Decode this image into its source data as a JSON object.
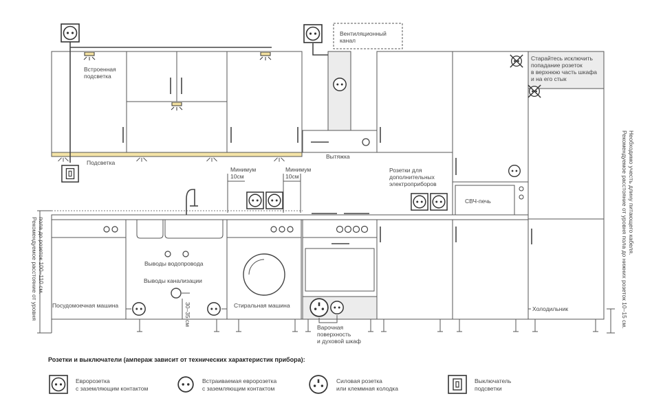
{
  "labels": {
    "built_in_light": [
      "Встроенная",
      "подсветка"
    ],
    "vent_channel": [
      "Вентиляционный",
      "канал"
    ],
    "avoid_sockets": [
      "Старайтесь исключить",
      "попадание розеток",
      "в верхнюю часть шкафа",
      "и на его стык"
    ],
    "backlight": "Подсветка",
    "hood": "Вытяжка",
    "min1": [
      "Минимум",
      "10см"
    ],
    "min2": [
      "Минимум",
      "10см"
    ],
    "extra_sockets": [
      "Розетки для",
      "дополнительных",
      "электроприборов"
    ],
    "microwave": "СВЧ-печь",
    "water": "Выводы водопровода",
    "sewer": "Выводы канализации",
    "dishwasher": "Посудомоечная машина",
    "washer": "Стиральная машина",
    "fridge": "Холодильник",
    "hob_oven": [
      "Варочная",
      "поверхность",
      "и духовой шкаф"
    ],
    "height_30": "30–35 см",
    "left_vertical": [
      "Рекомендуемое расстояние от уровня",
      "пола до розеток 100–110 см."
    ],
    "right_vertical": [
      "Рекомендуемое расстояние от уровня пола до нижних розеток 10–15 см.",
      "Необходимо учесть длину питающего кабеля."
    ]
  },
  "legend": {
    "title": "Розетки и выключатели (ампераж зависит от технических характеристик прибора):",
    "items": [
      {
        "icon": "euro-socket-icon",
        "lines": [
          "Евророзетка",
          "с заземляющим контактом"
        ]
      },
      {
        "icon": "built-in-socket-icon",
        "lines": [
          "Встраиваемая евророзетка",
          "с заземляющим контактом"
        ]
      },
      {
        "icon": "power-socket-icon",
        "lines": [
          "Силовая розетка",
          "или клеммная колодка"
        ]
      },
      {
        "icon": "light-switch-icon",
        "lines": [
          "Выключатель",
          "подсветки"
        ]
      }
    ]
  }
}
